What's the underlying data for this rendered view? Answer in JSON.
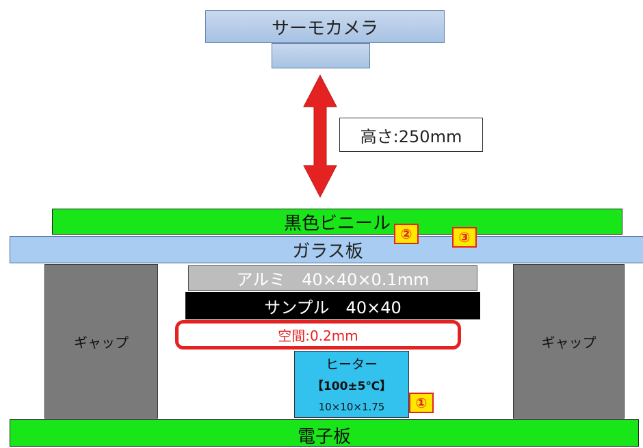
{
  "camera": {
    "label": "サーモカメラ"
  },
  "height": {
    "label": "高さ:250mm"
  },
  "layers": {
    "black_film": "黒色ビニール",
    "glass_plate": "ガラス板",
    "aluminum": "アルミ　40×40×0.1mm",
    "sample": "サンプル　40×40",
    "air_gap": "空間:0.2mm",
    "circuit_board": "電子板"
  },
  "gaps": {
    "left_label": "ギャップ",
    "right_label": "ギャップ"
  },
  "heater": {
    "title": "ヒーター",
    "temperature": "【100±5℃】",
    "size": "10×10×1.75"
  },
  "markers": {
    "m1": "①",
    "m2": "②",
    "m3": "③"
  },
  "colors": {
    "green_layer": "#19e619",
    "glass": "#a9cdf2",
    "heater": "#33c2ee",
    "arrow": "#e52222",
    "marker_fill": "#ffe800",
    "marker_border": "#e52222"
  },
  "icons": {
    "distance_arrow": "double-headed-vertical-arrow"
  }
}
